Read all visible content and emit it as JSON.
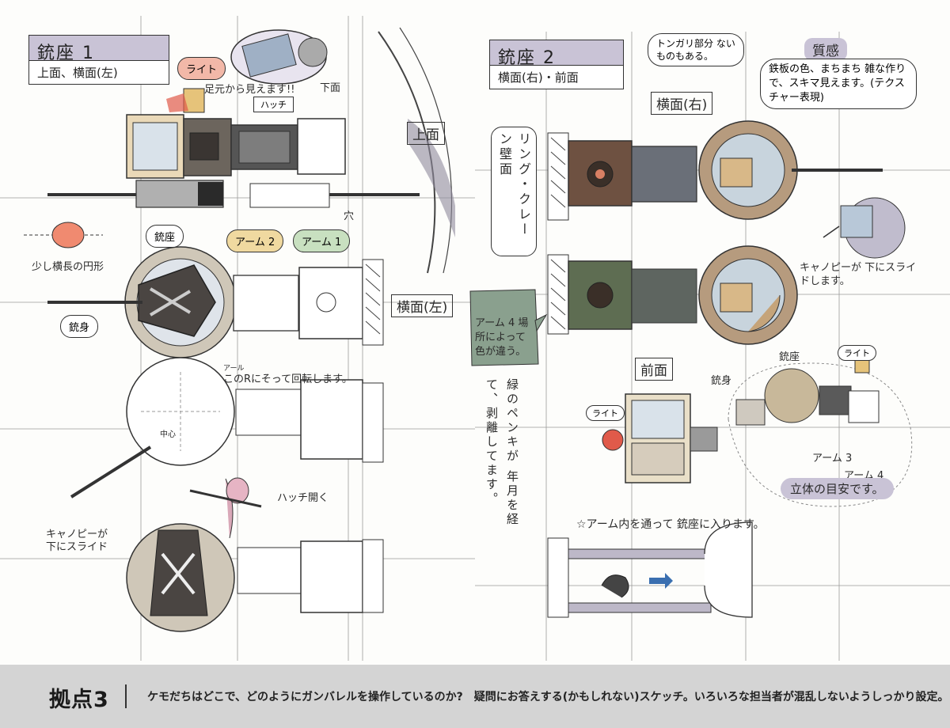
{
  "left_sheet": {
    "title": "銃座 1",
    "subtitle": "上面、横面(左)",
    "labels": {
      "light": "ライト",
      "seen_from_below": "足元から見えます!!",
      "bottom_view": "下面",
      "hatch": "ハッチ",
      "top_view": "上面",
      "hole": "穴",
      "turret": "銃座",
      "arm2": "アーム 2",
      "arm1": "アーム 1",
      "ellipse_note": "少し横長の円形",
      "barrel": "銃身",
      "side_view_left": "横面(左)",
      "rotate_note": "このRにそって回転します。",
      "r_small": "アール",
      "center": "中心",
      "hatch_open": "ハッチ開く",
      "canopy_slide": "キャノピーが 下にスライド"
    }
  },
  "right_sheet": {
    "title": "銃座 2",
    "subtitle": "横面(右)・前面",
    "labels": {
      "pointy_note": "トンガリ部分 ないものもある。",
      "texture_title": "質感",
      "texture_note": "鉄板の色、まちまち 雑な作りで、スキマ見えます。(テクスチャー表現)",
      "side_view_right": "横面(右)",
      "ring_crane": "リング・クレーン壁面",
      "canopy_note": "キャノピーが 下にスライドします。",
      "arm4_note": "アーム 4 場所によって 色が違う。",
      "paint_note": "緑のペンキが 年月を経て、剥離してます。",
      "front_view": "前面",
      "turret": "銃座",
      "light": "ライト",
      "barrel": "銃身",
      "light_front": "ライト",
      "arm3": "アーム 3",
      "arm4": "アーム 4",
      "solid_note": "立体の目安です。",
      "enter_note": "☆アーム内を通って 銃座に入ります。"
    }
  },
  "footer": {
    "number": "拠点3",
    "caption": "ケモだちはどこで、どのようにガンバレルを操作しているのか?　疑問にお答えする(かもしれない)スケッチ。いろいろな担当者が混乱しないようしっかり設定。"
  },
  "colors": {
    "title_fill": "#c9c3d6",
    "footer_bg": "#d4d4d4",
    "rust": "#7a5a44",
    "camo_green": "#5e6d52",
    "note_green": "#8aa08e",
    "light_red": "#e05a4a",
    "light_yellow": "#e6c37a",
    "arm2_tag": "#f0d9a0",
    "arm1_tag": "#c8e0c0"
  }
}
